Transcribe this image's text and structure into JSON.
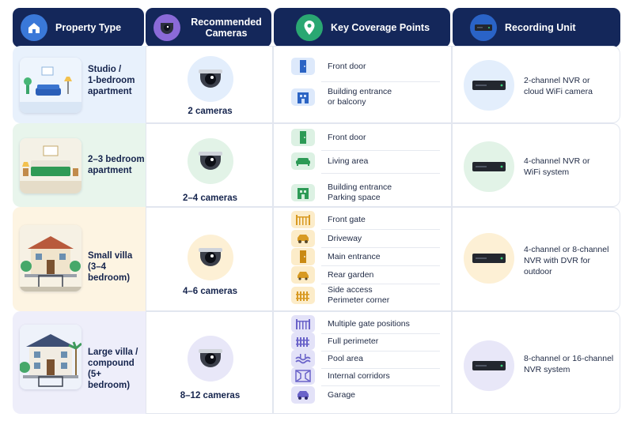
{
  "header": {
    "col1": "Property Type",
    "col2": "Recommended Cameras",
    "col3": "Key Coverage Points",
    "col4": "Recording Unit"
  },
  "colors": {
    "header_bg": "#14275a",
    "row1_tint": "#e8f1fc",
    "row2_tint": "#e8f5ec",
    "row3_tint": "#fdf4e2",
    "row4_tint": "#eeeefa"
  },
  "rows": [
    {
      "property": [
        "Studio /",
        "1-bedroom",
        "apartment"
      ],
      "cameras": "2 cameras",
      "points": [
        {
          "icon": "door-icon",
          "label": [
            "Front door"
          ]
        },
        {
          "icon": "building-icon",
          "label": [
            "Building entrance",
            "or balcony"
          ]
        }
      ],
      "recorder": [
        "2-channel NVR or",
        "cloud WiFi camera"
      ]
    },
    {
      "property": [
        "2–3 bedroom",
        "apartment"
      ],
      "cameras": "2–4 cameras",
      "points": [
        {
          "icon": "door-icon",
          "label": [
            "Front door"
          ]
        },
        {
          "icon": "sofa-icon",
          "label": [
            "Living area"
          ]
        },
        {
          "icon": "building-icon",
          "label": [
            "Building entrance",
            "Parking space"
          ]
        }
      ],
      "recorder": [
        "4-channel NVR or",
        "WiFi system"
      ]
    },
    {
      "property": [
        "Small villa",
        "(3–4 bedroom)"
      ],
      "cameras": "4–6 cameras",
      "points": [
        {
          "icon": "gate-icon",
          "label": [
            "Front gate"
          ]
        },
        {
          "icon": "car-icon",
          "label": [
            "Driveway"
          ]
        },
        {
          "icon": "door-icon",
          "label": [
            "Main entrance"
          ]
        },
        {
          "icon": "garden-icon",
          "label": [
            "Rear garden"
          ]
        },
        {
          "icon": "fence-icon",
          "label": [
            "Side access",
            "Perimeter corner"
          ]
        }
      ],
      "recorder": [
        "4-channel or 8-channel",
        "NVR with DVR for",
        "outdoor"
      ]
    },
    {
      "property": [
        "Large villa /",
        "compound",
        "(5+ bedroom)"
      ],
      "cameras": "8–12 cameras",
      "points": [
        {
          "icon": "gate-icon",
          "label": [
            "Multiple gate positions"
          ]
        },
        {
          "icon": "fence-icon",
          "label": [
            "Full perimeter"
          ]
        },
        {
          "icon": "pool-icon",
          "label": [
            "Pool area"
          ]
        },
        {
          "icon": "corridor-icon",
          "label": [
            "Internal corridors"
          ]
        },
        {
          "icon": "car-icon",
          "label": [
            "Garage"
          ]
        }
      ],
      "recorder": [
        "8-channel or 16-channel",
        "NVR system"
      ]
    }
  ]
}
